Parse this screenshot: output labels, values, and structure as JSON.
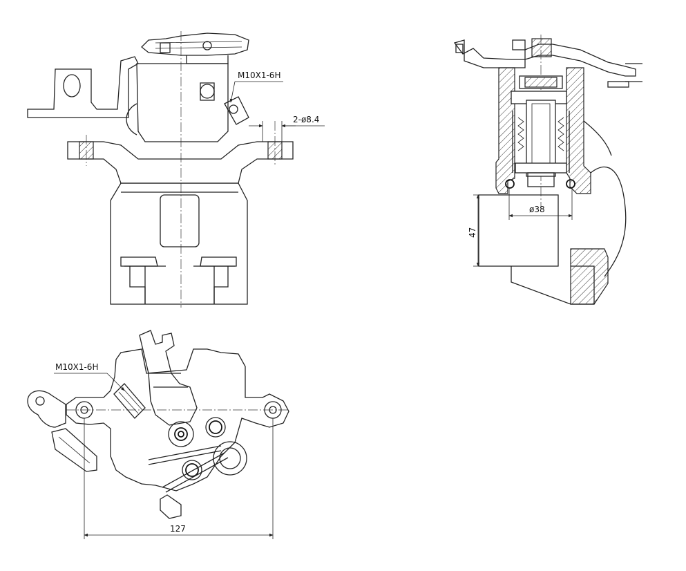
{
  "labels": {
    "top_thread": "M10X1-6H",
    "hole_spec": "2-ø8.4",
    "bottom_thread": "M10X1-6H",
    "piston_diameter": "ø38",
    "height_dim": "47",
    "width_dim": "127"
  }
}
